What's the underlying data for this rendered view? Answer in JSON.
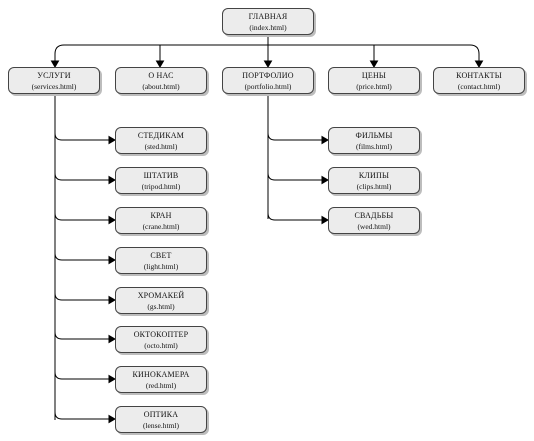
{
  "root": {
    "title": "ГЛАВНАЯ",
    "file": "(index.html)"
  },
  "top": [
    {
      "title": "УСЛУГИ",
      "file": "(services.html)"
    },
    {
      "title": "О НАС",
      "file": "(about.html)"
    },
    {
      "title": "ПОРТФОЛИО",
      "file": "(portfolio.html)"
    },
    {
      "title": "ЦЕНЫ",
      "file": "(price.html)"
    },
    {
      "title": "КОНТАКТЫ",
      "file": "(contact.html)"
    }
  ],
  "services": [
    {
      "title": "СТЕДИКАМ",
      "file": "(sted.html)"
    },
    {
      "title": "ШТАТИВ",
      "file": "(tripod.html)"
    },
    {
      "title": "КРАН",
      "file": "(crane.html)"
    },
    {
      "title": "СВЕТ",
      "file": "(light.html)"
    },
    {
      "title": "ХРОМАКЕЙ",
      "file": "(gs.html)"
    },
    {
      "title": "ОКТОКОПТЕР",
      "file": "(octo.html)"
    },
    {
      "title": "КИНОКАМЕРА",
      "file": "(red.html)"
    },
    {
      "title": "ОПТИКА",
      "file": "(lense.html)"
    }
  ],
  "portfolio": [
    {
      "title": "ФИЛЬМЫ",
      "file": "(films.html)"
    },
    {
      "title": "КЛИПЫ",
      "file": "(clips.html)"
    },
    {
      "title": "СВАДЬБЫ",
      "file": "(wed.html)"
    }
  ]
}
